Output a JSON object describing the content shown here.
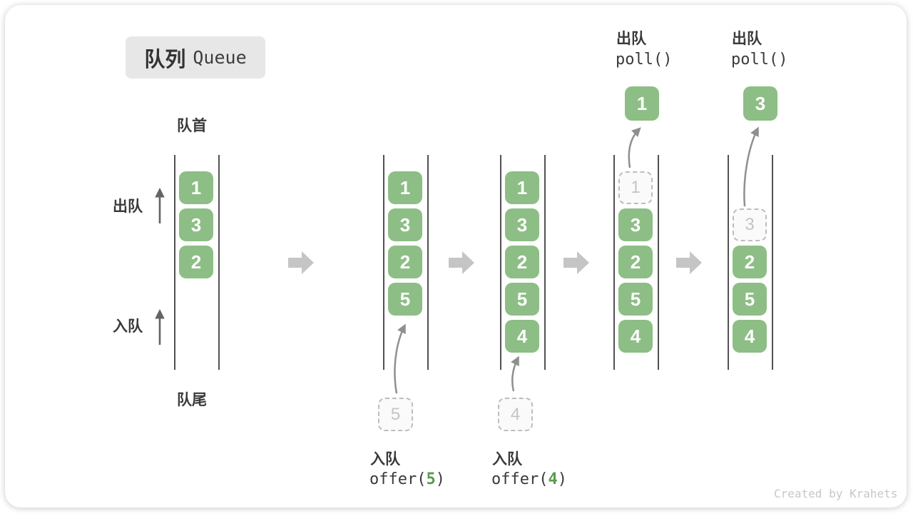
{
  "title": {
    "zh": "队列",
    "en": "Queue"
  },
  "labels": {
    "front": "队首",
    "rear": "队尾",
    "dequeue": "出队",
    "enqueue": "入队"
  },
  "colors": {
    "box_green": "#8dbe85",
    "arg_green": "#5b9a4d",
    "ghost_gray": "#bdbdbd",
    "flow_arrow_gray": "#c5c5c5",
    "line_gray": "#515151"
  },
  "queues": [
    {
      "name": "state-initial",
      "slots": [
        {
          "value": "1",
          "state": "filled"
        },
        {
          "value": "3",
          "state": "filled"
        },
        {
          "value": "2",
          "state": "filled"
        }
      ]
    },
    {
      "name": "state-after-offer-5",
      "slots": [
        {
          "value": "1",
          "state": "filled"
        },
        {
          "value": "3",
          "state": "filled"
        },
        {
          "value": "2",
          "state": "filled"
        },
        {
          "value": "5",
          "state": "filled"
        }
      ],
      "incoming": "5",
      "op": {
        "zh": "入队",
        "fn_open": "offer(",
        "arg": "5",
        "fn_close": ")"
      }
    },
    {
      "name": "state-after-offer-4",
      "slots": [
        {
          "value": "1",
          "state": "filled"
        },
        {
          "value": "3",
          "state": "filled"
        },
        {
          "value": "2",
          "state": "filled"
        },
        {
          "value": "5",
          "state": "filled"
        },
        {
          "value": "4",
          "state": "filled"
        }
      ],
      "incoming": "4",
      "op": {
        "zh": "入队",
        "fn_open": "offer(",
        "arg": "4",
        "fn_close": ")"
      }
    },
    {
      "name": "state-poll-1",
      "slots": [
        {
          "value": "1",
          "state": "ghost"
        },
        {
          "value": "3",
          "state": "filled"
        },
        {
          "value": "2",
          "state": "filled"
        },
        {
          "value": "5",
          "state": "filled"
        },
        {
          "value": "4",
          "state": "filled"
        }
      ],
      "outgoing": "1",
      "op": {
        "zh": "出队",
        "fn": "poll()"
      }
    },
    {
      "name": "state-poll-3",
      "slots": [
        {
          "value": "",
          "state": "empty"
        },
        {
          "value": "3",
          "state": "ghost"
        },
        {
          "value": "2",
          "state": "filled"
        },
        {
          "value": "5",
          "state": "filled"
        },
        {
          "value": "4",
          "state": "filled"
        }
      ],
      "outgoing": "3",
      "op": {
        "zh": "出队",
        "fn": "poll()"
      }
    }
  ],
  "watermark": "Created by Krahets"
}
